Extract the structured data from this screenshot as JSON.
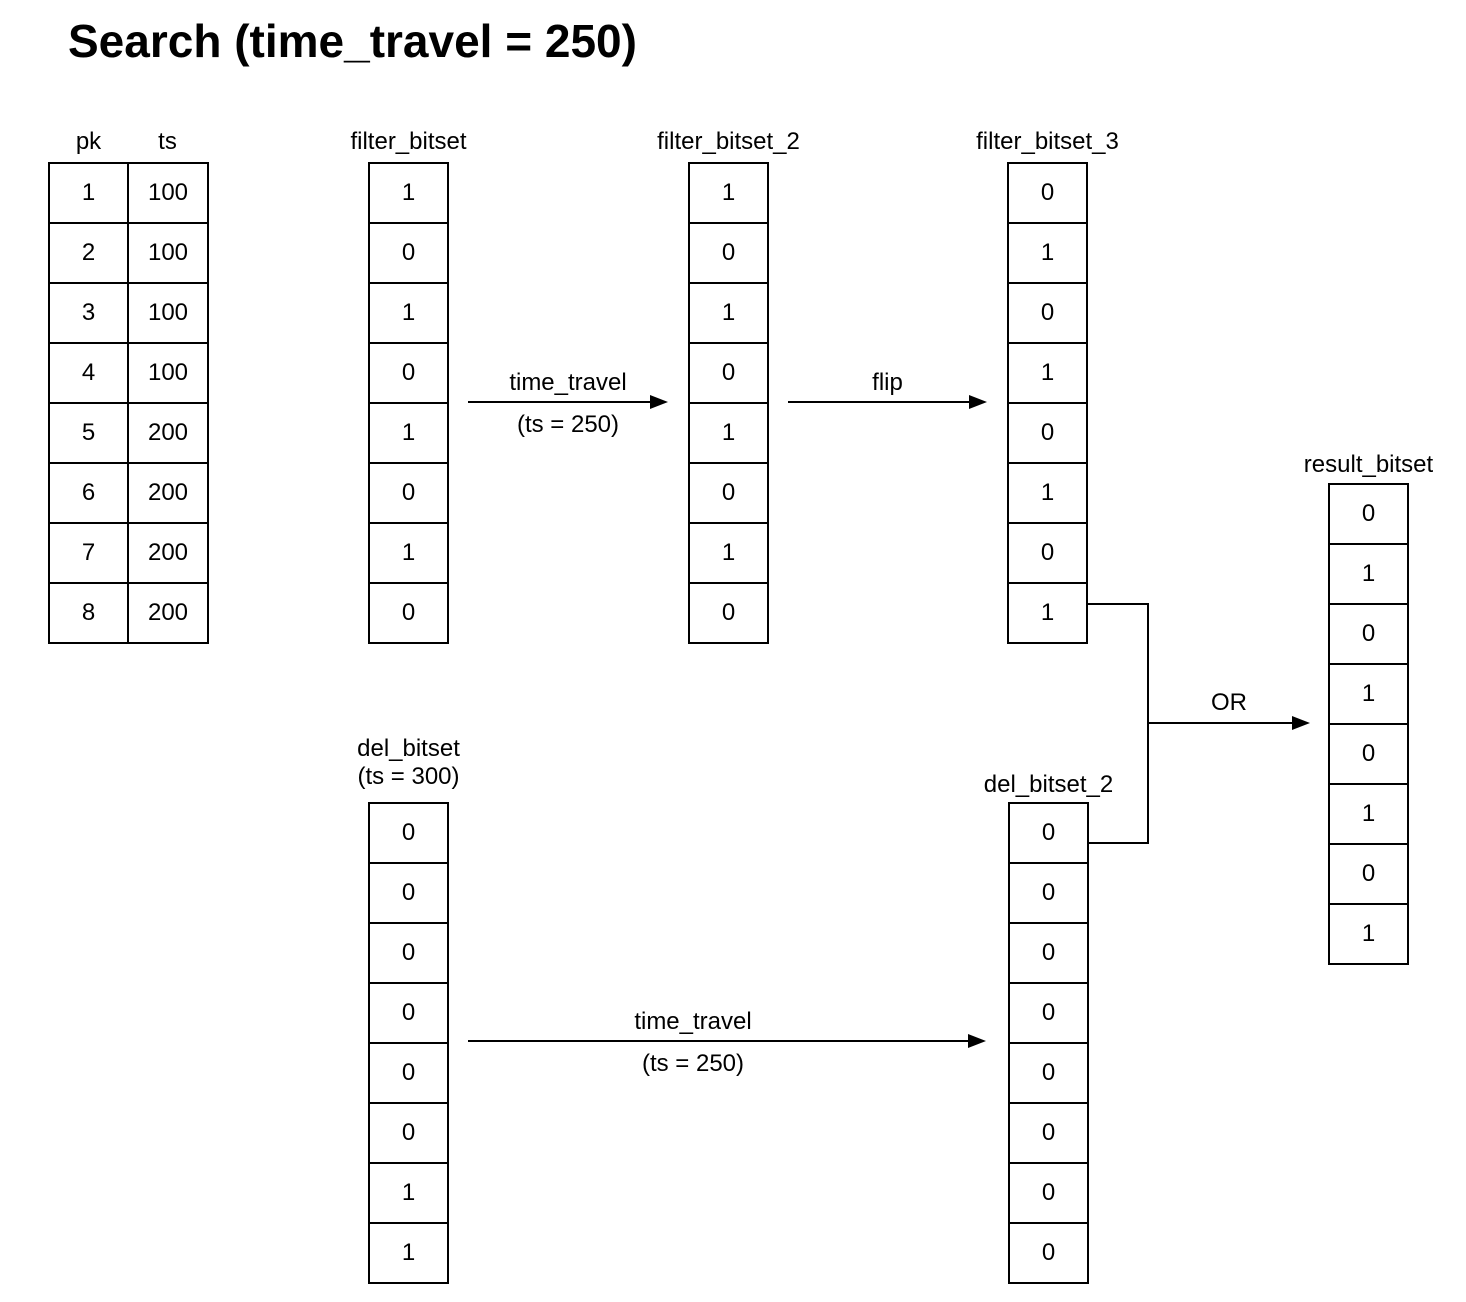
{
  "title": "Search (time_travel = 250)",
  "table": {
    "headers": [
      "pk",
      "ts"
    ],
    "rows": [
      [
        "1",
        "100"
      ],
      [
        "2",
        "100"
      ],
      [
        "3",
        "100"
      ],
      [
        "4",
        "100"
      ],
      [
        "5",
        "200"
      ],
      [
        "6",
        "200"
      ],
      [
        "7",
        "200"
      ],
      [
        "8",
        "200"
      ]
    ]
  },
  "bitsets": {
    "filter_bitset": {
      "label": "filter_bitset",
      "values": [
        "1",
        "0",
        "1",
        "0",
        "1",
        "0",
        "1",
        "0"
      ]
    },
    "filter_bitset_2": {
      "label": "filter_bitset_2",
      "values": [
        "1",
        "0",
        "1",
        "0",
        "1",
        "0",
        "1",
        "0"
      ]
    },
    "filter_bitset_3": {
      "label": "filter_bitset_3",
      "values": [
        "0",
        "1",
        "0",
        "1",
        "0",
        "1",
        "0",
        "1"
      ]
    },
    "del_bitset": {
      "label": "del_bitset",
      "sublabel": "(ts = 300)",
      "values": [
        "0",
        "0",
        "0",
        "0",
        "0",
        "0",
        "1",
        "1"
      ]
    },
    "del_bitset_2": {
      "label": "del_bitset_2",
      "values": [
        "0",
        "0",
        "0",
        "0",
        "0",
        "0",
        "0",
        "0"
      ]
    },
    "result_bitset": {
      "label": "result_bitset",
      "values": [
        "0",
        "1",
        "0",
        "1",
        "0",
        "1",
        "0",
        "1"
      ]
    }
  },
  "arrows": {
    "time_travel_top": {
      "label": "time_travel",
      "sublabel": "(ts = 250)"
    },
    "flip": {
      "label": "flip"
    },
    "time_travel_bottom": {
      "label": "time_travel",
      "sublabel": "(ts = 250)"
    },
    "or": {
      "label": "OR"
    }
  },
  "colors": {
    "stroke": "#000000",
    "background": "#ffffff"
  }
}
